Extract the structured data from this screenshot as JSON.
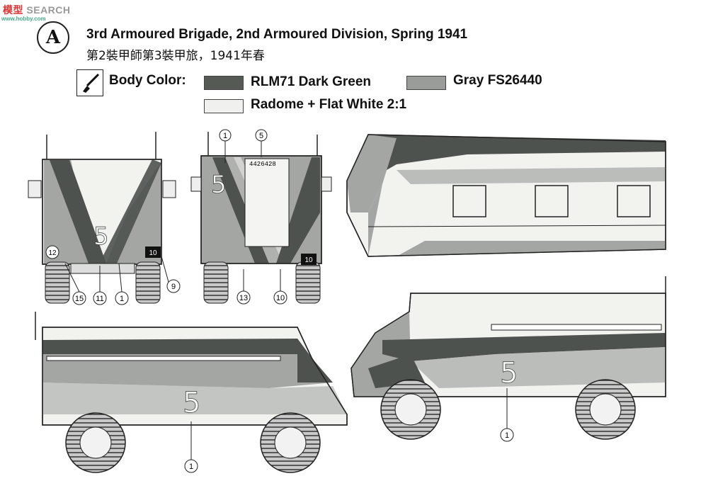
{
  "watermark": {
    "a": "模型",
    "b": "SEARCH",
    "c": "www.hobby.com"
  },
  "badge": "A",
  "title": "3rd Armoured Brigade, 2nd Armoured Division, Spring 1941",
  "subtitle": "第2裝甲師第3裝甲旅，1941年春",
  "legend": {
    "heading": "Body Color:",
    "items": [
      {
        "label": "RLM71 Dark Green",
        "color": "#555a55"
      },
      {
        "label": "Gray FS26440",
        "color": "#9a9c9a"
      },
      {
        "label": "Radome + Flat White 2:1",
        "color": "#f0f0ee"
      }
    ]
  },
  "vehicle_number": "5",
  "serial": "4426428",
  "plates": {
    "a": "12",
    "b": "10",
    "c": "10"
  },
  "callouts": [
    "1",
    "5",
    "15",
    "11",
    "1",
    "9",
    "13",
    "10",
    "1",
    "1"
  ],
  "colors": {
    "dark": "#4e524e",
    "gray": "#a4a6a4",
    "light": "#f2f2ef",
    "line": "#222222"
  }
}
